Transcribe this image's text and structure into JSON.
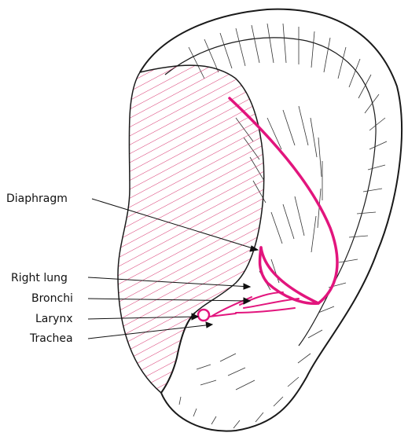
{
  "labels": {
    "diaphragm": "Diaphragm",
    "right_lung": "Right lung",
    "bronchi": "Bronchi",
    "larynx": "Larynx",
    "trachea": "Trachea"
  },
  "colors": {
    "organ_outline": "#e2157d",
    "hatch": "#d8356f",
    "ink": "#1a1a1a",
    "background": "#ffffff"
  }
}
